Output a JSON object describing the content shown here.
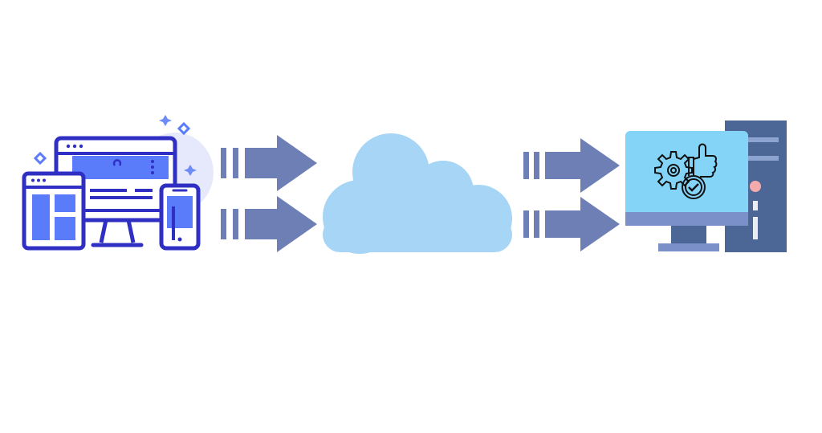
{
  "diagram": {
    "nodes": [
      {
        "id": "devices",
        "icon": "responsive-devices-icon"
      },
      {
        "id": "cloud",
        "icon": "cloud-icon"
      },
      {
        "id": "server",
        "icon": "server-workstation-icon"
      }
    ],
    "edges": [
      {
        "from": "devices",
        "to": "cloud",
        "arrows": 2
      },
      {
        "from": "cloud",
        "to": "server",
        "arrows": 2
      }
    ]
  },
  "colors": {
    "background": "#ffffff",
    "arrow": "#6e7fb6",
    "cloud": "#a6d5f6",
    "device_stroke": "#2f2fc4",
    "device_accent": "#5b7cfa",
    "device_halo": "#e6e8fb",
    "device_sparkle": "#6e8cf7",
    "monitor_screen": "#84d4f7",
    "monitor_bezel": "#7b8fc8",
    "monitor_stand": "#4c6796",
    "tower": "#4c6796",
    "tower_slot": "#8ea4d0",
    "tower_led": "#f4aaaa",
    "gear_line": "#111111"
  }
}
